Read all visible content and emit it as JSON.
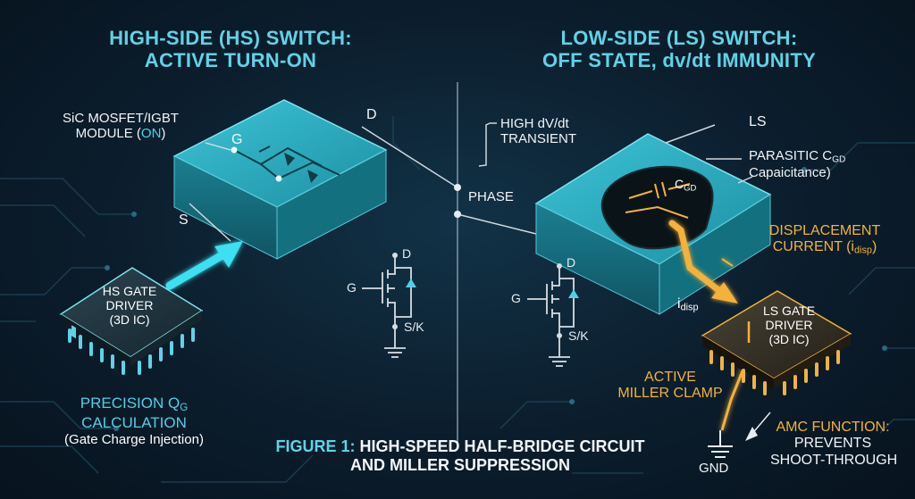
{
  "hs_title": {
    "line1": "HIGH-SIDE (HS) SWITCH:",
    "line2": "ACTIVE TURN-ON"
  },
  "ls_title": {
    "line1": "LOW-SIDE (LS) SWITCH:",
    "line2": "OFF STATE, dv/dt IMMUNITY"
  },
  "hs_module": {
    "line1": "SiC MOSFET/IGBT",
    "line2_prefix": "MODULE (",
    "line2_state": "ON",
    "line2_suffix": ")"
  },
  "hs_pins": {
    "gate": "G",
    "drain": "D",
    "source": "S"
  },
  "transient": {
    "line1": "HIGH dV/dt",
    "line2": "TRANSIENT"
  },
  "phase_label": "PHASE",
  "ls_label": "LS",
  "parasitic": {
    "line1_prefix": "PARASITIC C",
    "line1_sub": "GD",
    "line2": "Capaicitance)"
  },
  "cgd": {
    "main": "C",
    "sub": "GD"
  },
  "displacement": {
    "line1": "DISPLACEMENT",
    "line2_prefix": "CURRENT (i",
    "line2_sub": "disp",
    "line2_suffix": ")"
  },
  "idisp": {
    "main": "i",
    "sub": "disp"
  },
  "hs_driver": {
    "line1": "HS GATE",
    "line2": "DRIVER",
    "line3": "(3D IC)"
  },
  "ls_driver": {
    "line1": "LS GATE",
    "line2": "DRIVER",
    "line3": "(3D IC)"
  },
  "symbol_left": {
    "g": "G",
    "d": "D",
    "sk": "S/K"
  },
  "symbol_right": {
    "g": "G",
    "d": "D",
    "sk": "S/K"
  },
  "precision": {
    "line1": "PRECISION Q",
    "line1_sub": "G",
    "line2": "CALCULATION",
    "line3": "(Gate Charge Injection)"
  },
  "miller": {
    "line1": "ACTIVE",
    "line2": "MILLER CLAMP"
  },
  "amc": {
    "line1": "AMC FUNCTION:",
    "line2": "PREVENTS",
    "line3": "SHOOT-THROUGH"
  },
  "gnd": "GND",
  "figure": {
    "number": "FIGURE 1:",
    "line1": "HIGH-SPEED HALF-BRIDGE CIRCUIT",
    "line2": "AND MILLER SUPPRESSION"
  },
  "colors": {
    "accent_cyan": "#5fd3e6",
    "accent_amber": "#f3b23a",
    "module_top": "#2aa6b9",
    "background": "#0b1d2c"
  }
}
